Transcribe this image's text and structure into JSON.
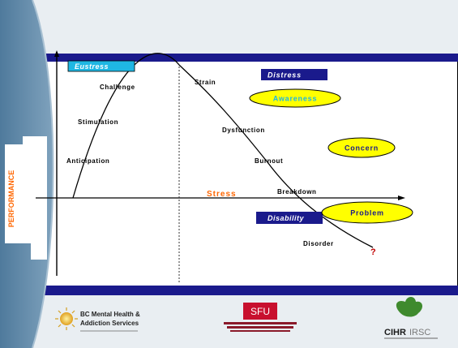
{
  "axis": {
    "y_label": "PERFORMANCE",
    "x_label": "Stress"
  },
  "curve_labels": {
    "anticipation": "Anticipation",
    "stimulation": "Stimulation",
    "challenge": "Challenge",
    "strain": "Strain",
    "dysfunction": "Dysfunction",
    "burnout": "Burnout",
    "breakdown": "Breakdown",
    "disorder": "Disorder",
    "question": "?"
  },
  "zones": {
    "eustress": "Eustress",
    "distress": "Distress",
    "disability": "Disability"
  },
  "ovals": {
    "awareness": "Awareness",
    "concern": "Concern",
    "problem": "Problem"
  },
  "logos": {
    "bc_mental_health_line1": "BC Mental Health &",
    "bc_mental_health_line2": "Addiction Services",
    "sfu": "SFU",
    "cihr": "CIHR",
    "irsc": "IRSC"
  },
  "colors": {
    "navy": "#1a1a8c",
    "cyan": "#1fb7e3",
    "yellow": "#ffff00",
    "sidebar": "#5c86a8",
    "orange": "#ff6600",
    "dark_red": "#c00000",
    "sfu_red": "#c8102e"
  }
}
